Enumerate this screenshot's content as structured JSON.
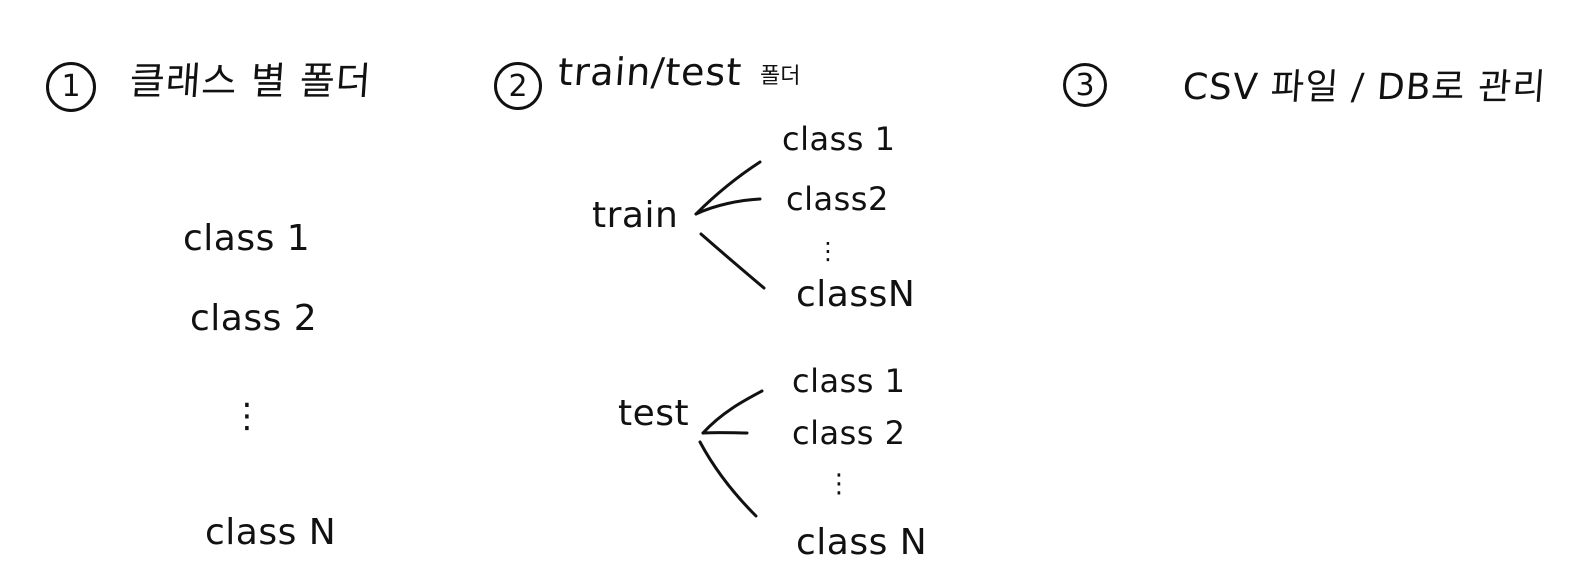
{
  "section1": {
    "number": "1",
    "title": "클래스 별 폴더",
    "items": [
      "class 1",
      "class 2",
      "class N"
    ],
    "ellipsis": "⋮"
  },
  "section2": {
    "number": "2",
    "title": "train/test",
    "title_suffix": "폴더",
    "train": {
      "label": "train",
      "items": [
        "class 1",
        "class2",
        "classN"
      ],
      "ellipsis": "⋮"
    },
    "test": {
      "label": "test",
      "items": [
        "class 1",
        "class 2",
        "class N"
      ],
      "ellipsis": "⋮"
    }
  },
  "section3": {
    "number": "3",
    "title": "CSV 파일 / DB로 관리"
  }
}
